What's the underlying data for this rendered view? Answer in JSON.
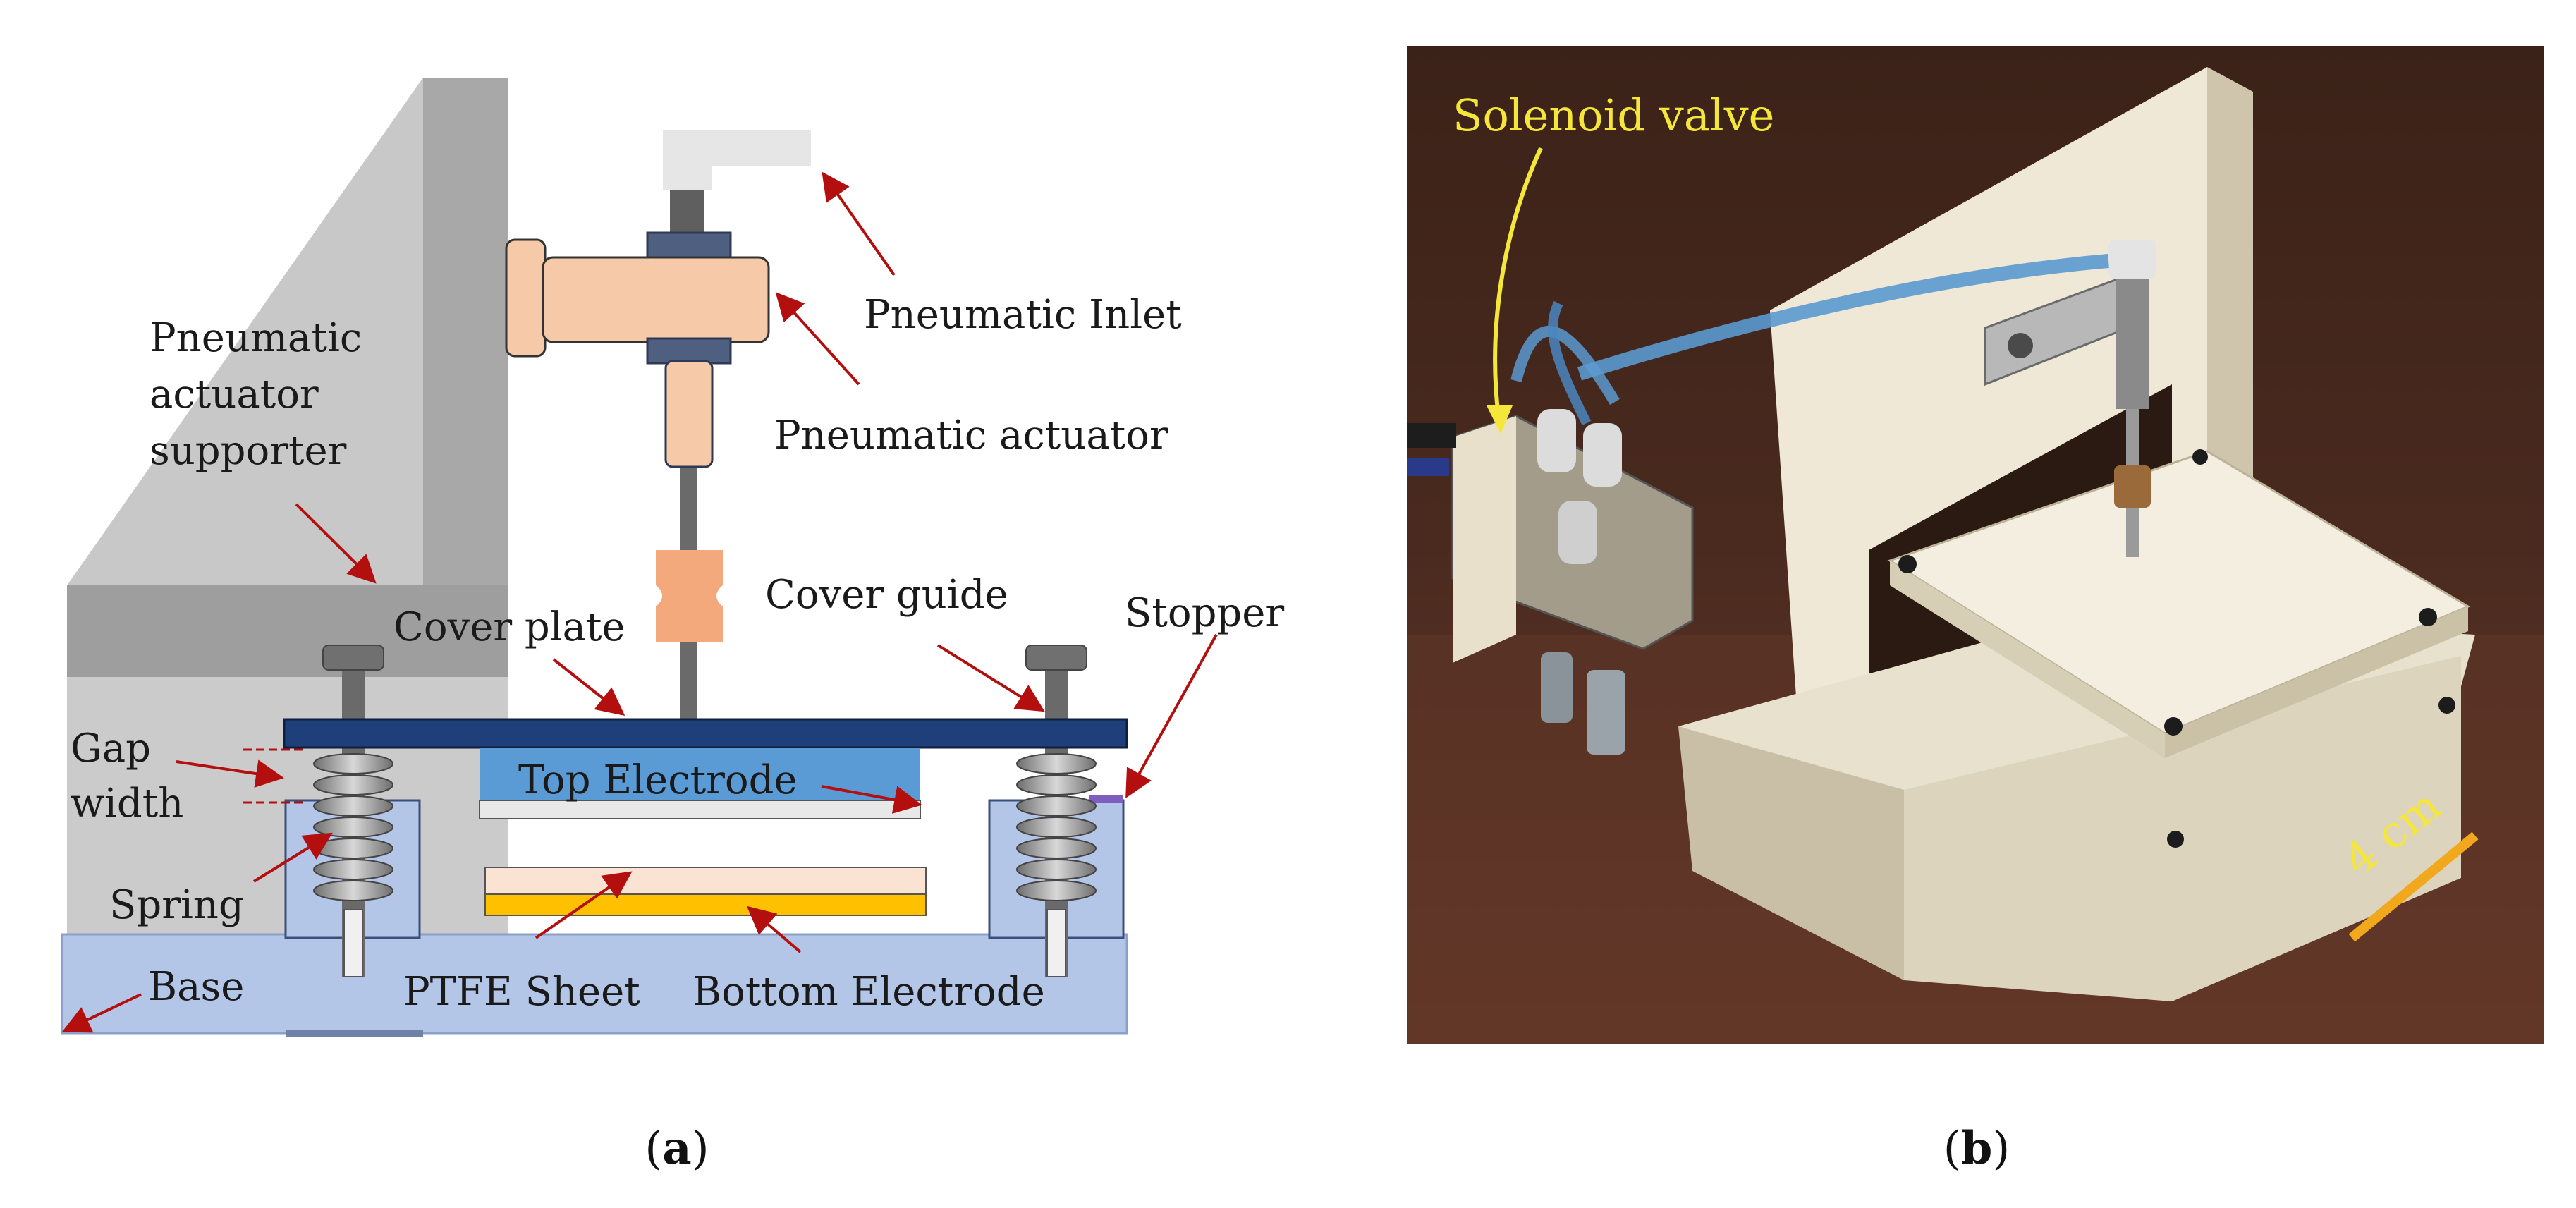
{
  "panel_a": {
    "caption_open": "(",
    "caption_letter": "a",
    "caption_close": ")",
    "labels": {
      "pneumatic_inlet": "Pneumatic Inlet",
      "pneumatic_actuator": "Pneumatic actuator",
      "supporter_line1": "Pneumatic",
      "supporter_line2": "actuator",
      "supporter_line3": "supporter",
      "cover_plate": "Cover plate",
      "cover_guide": "Cover guide",
      "stopper": "Stopper",
      "gap_line1": "Gap",
      "gap_line2": "width",
      "top_electrode": "Top Electrode",
      "spring": "Spring",
      "base": "Base",
      "ptfe_sheet": "PTFE Sheet",
      "bottom_electrode": "Bottom Electrode"
    }
  },
  "panel_b": {
    "caption_open": "(",
    "caption_letter": "b",
    "caption_close": ")",
    "labels": {
      "solenoid_valve": "Solenoid valve",
      "scale": "4 cm"
    }
  },
  "colors": {
    "arrow": "#b30f0f",
    "photo_label": "#f5e63a",
    "scale_bar": "#f2a81d",
    "cover_plate": "#1f3f7a",
    "base": "#b4c6e7",
    "actuator": "#f6c9a8",
    "top_electrode": "#5b9bd5",
    "bottom_electrode": "#ffc000"
  }
}
